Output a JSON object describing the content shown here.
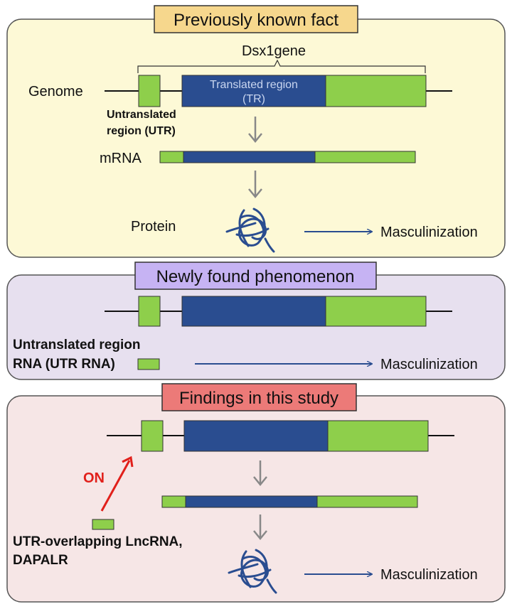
{
  "colors": {
    "panel1_bg": "#fdf9d6",
    "panel2_bg": "#e7e0ef",
    "panel3_bg": "#f6e6e6",
    "title1_bg": "#f6d78d",
    "title2_bg": "#c6b3f3",
    "title3_bg": "#ec7a78",
    "gene_green": "#8ecf4b",
    "gene_blue": "#2a4d90",
    "arrow_gray": "#888888",
    "arrow_blue": "#2a4d90",
    "on_red": "#e1201b"
  },
  "panel1": {
    "title": "Previously known fact",
    "gene_label": "Dsx1gene",
    "genome_label": "Genome",
    "tr_label_line1": "Translated region",
    "tr_label_line2": "(TR)",
    "utr_label_line1": "Untranslated",
    "utr_label_line2": "region (UTR)",
    "mrna_label": "mRNA",
    "protein_label": "Protein",
    "outcome": "Masculinization"
  },
  "panel2": {
    "title": "Newly found phenomenon",
    "utr_rna_line1": "Untranslated region",
    "utr_rna_line2": "RNA (UTR RNA)",
    "outcome": "Masculinization"
  },
  "panel3": {
    "title": "Findings in this study",
    "on_label": "ON",
    "lnc_line1": "UTR-overlapping LncRNA,",
    "lnc_line2": "DAPALR",
    "outcome": "Masculinization"
  },
  "icons": {
    "protein": "tangled-protein-icon",
    "arrow_down": "gray-down-arrow-icon",
    "arrow_right": "blue-right-arrow-icon"
  }
}
